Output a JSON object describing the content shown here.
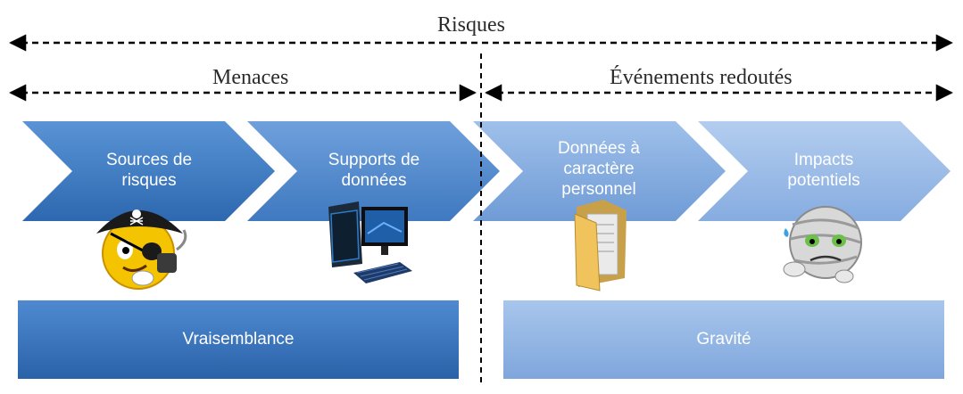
{
  "top": {
    "risques": "Risques",
    "menaces": "Menaces",
    "evenements": "Événements redoutés"
  },
  "chevrons": [
    {
      "line1": "Sources de",
      "line2": "risques",
      "line3": ""
    },
    {
      "line1": "Supports de",
      "line2": "données",
      "line3": ""
    },
    {
      "line1": "Données à",
      "line2": "caractère",
      "line3": "personnel"
    },
    {
      "line1": "Impacts",
      "line2": "potentiels",
      "line3": ""
    }
  ],
  "bars": {
    "vraisemblance": "Vraisemblance",
    "gravite": "Gravité"
  },
  "icons": [
    "pirate-smiley-icon",
    "computer-icon",
    "folder-icon",
    "mummy-smiley-icon"
  ],
  "colors": {
    "dark_blue": "#2f6db5",
    "light_blue": "#8fb4e3"
  }
}
